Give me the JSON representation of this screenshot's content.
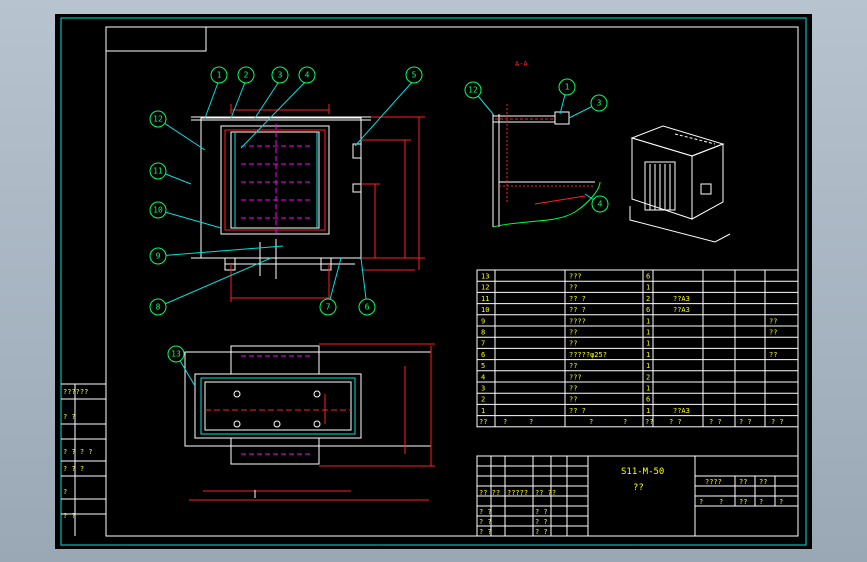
{
  "drawing": {
    "title": "S11-M-50",
    "subtitle": "??",
    "section_label": "A-A"
  },
  "balloons_front": [
    "1",
    "2",
    "3",
    "4",
    "5",
    "12",
    "11",
    "10",
    "9",
    "8",
    "7",
    "6"
  ],
  "balloons_section": [
    "12",
    "1",
    "3",
    "4"
  ],
  "balloon_top": "13",
  "bom_rows": [
    {
      "no": "13",
      "name": "???",
      "qty": "6",
      "mat": "",
      "note": ""
    },
    {
      "no": "12",
      "name": "??",
      "qty": "1",
      "mat": "",
      "note": ""
    },
    {
      "no": "11",
      "name": "?? ?",
      "qty": "2",
      "mat": "??A3",
      "note": ""
    },
    {
      "no": "10",
      "name": "?? ?",
      "qty": "6",
      "mat": "??A3",
      "note": ""
    },
    {
      "no": "9",
      "name": "????",
      "qty": "1",
      "mat": "",
      "note": "??"
    },
    {
      "no": "8",
      "name": "??",
      "qty": "1",
      "mat": "",
      "note": "??"
    },
    {
      "no": "7",
      "name": "??",
      "qty": "1",
      "mat": "",
      "note": ""
    },
    {
      "no": "6",
      "name": "?????φ25?",
      "qty": "1",
      "mat": "",
      "note": "??"
    },
    {
      "no": "5",
      "name": "??",
      "qty": "1",
      "mat": "",
      "note": ""
    },
    {
      "no": "4",
      "name": "???",
      "qty": "2",
      "mat": "",
      "note": ""
    },
    {
      "no": "3",
      "name": "??",
      "qty": "1",
      "mat": "",
      "note": ""
    },
    {
      "no": "2",
      "name": "??",
      "qty": "6",
      "mat": "",
      "note": ""
    },
    {
      "no": "1",
      "name": "?? ?",
      "qty": "1",
      "mat": "??A3",
      "note": ""
    }
  ],
  "bom_header": {
    "c1": "??",
    "c2": "?",
    "c3": "?",
    "c4": "?",
    "c5": "?",
    "c6": "??",
    "c7": "? ?",
    "c8": "? ?",
    "c9": "? ?",
    "c10": "? ?"
  },
  "left_strip": [
    "??????",
    "?    ?",
    "? ? ? ?",
    "? ? ?",
    "?",
    "?   ?"
  ],
  "left_strip_small": [
    "?",
    "?",
    "?",
    "?",
    "?",
    "?"
  ],
  "title_block": {
    "row1": [
      "?? ??",
      "?????",
      "?? ??"
    ],
    "row2": [
      "? ?",
      "? ?"
    ],
    "row3": [
      "? ?",
      "? ?"
    ],
    "row4": [
      "? ?",
      "? ?"
    ],
    "right_top": [
      "????",
      "??",
      "??"
    ],
    "right_bottom": [
      "?",
      "?",
      "??",
      "?",
      "?"
    ]
  }
}
